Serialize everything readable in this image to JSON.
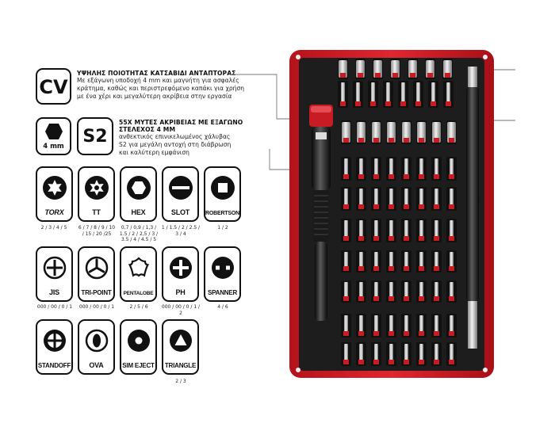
{
  "badges": {
    "cv": "CV",
    "s2": "S2",
    "hex_size": "4 mm"
  },
  "feature_quality": {
    "title": "ΥΨΗΛΗΣ ΠΟΙΟΤΗΤΑΣ ΚΑΤΣΑΒΙΔΙ ΑΝΤΑΠΤΟΡΑΣ",
    "lines": [
      "Με εξάγωνη υποδοχή 4 mm και μαγνήτη για ασφαλές",
      "κράτημα, καθώς και περιστρεφόμενο καπάκι για χρήση",
      "με ένα χέρι και μεγαλύτερη ακρίβεια στην εργασία"
    ]
  },
  "feature_bits": {
    "title_lines": [
      "55X ΜΥΤΕΣ ΑΚΡΙΒΕΙΑΣ ΜΕ ΕΞΑΓΩΝΟ",
      "ΣΤΕΛΕΧΟΣ 4 MM"
    ],
    "lines": [
      "ανθεκτικός επινικελωμένος χάλυβας",
      "S2 για μεγάλη αντοχή στη διάβρωση",
      "και καλύτερη εμφάνιση"
    ]
  },
  "tiles": [
    {
      "key": "torx",
      "label": "TORX",
      "sizes": [
        "2 / 3 / 4 / 5"
      ]
    },
    {
      "key": "tt",
      "label": "TT",
      "sizes": [
        "6 / 7 / 8 / 9 / 10",
        "/ 15 / 20 /25"
      ]
    },
    {
      "key": "hex",
      "label": "HEX",
      "sizes": [
        "0,7 / 0,9 / 1,3 /",
        "1.5 / 2 / 2,5 / 3 /",
        "3.5 / 4 / 4.5 / 5"
      ]
    },
    {
      "key": "slot",
      "label": "SLOT",
      "sizes": [
        "1 / 1.5 / 2 / 2.5 /",
        "3 / 4"
      ]
    },
    {
      "key": "robertson",
      "label": "ROBERTSON",
      "sizes": [
        "1 / 2"
      ]
    },
    {
      "key": "jis",
      "label": "JIS",
      "sizes": [
        "000 / 00 / 0 / 1"
      ]
    },
    {
      "key": "tripoint",
      "label": "TRI-POINT",
      "sizes": [
        "000 / 00 / 0 / 1"
      ]
    },
    {
      "key": "pentalobe",
      "label": "PENTALOBE",
      "sizes": [
        "2 / 5 / 6"
      ]
    },
    {
      "key": "ph",
      "label": "PH",
      "sizes": [
        "000 / 00 / 0 / 1 /",
        "2"
      ]
    },
    {
      "key": "spanner",
      "label": "SPANNER",
      "sizes": [
        "4 / 6"
      ]
    },
    {
      "key": "standoff",
      "label": "STANDOFF",
      "sizes": []
    },
    {
      "key": "ova",
      "label": "OVA",
      "sizes": []
    },
    {
      "key": "simeject",
      "label": "SIM EJECT",
      "sizes": []
    },
    {
      "key": "triangle",
      "label": "TRIANGLE",
      "sizes": [
        "2 / 3"
      ]
    }
  ],
  "colors": {
    "case_red": "#d01a22",
    "foam": "#1c1c1c",
    "bit_silver": "#c9c9c9",
    "ink": "#111111"
  }
}
